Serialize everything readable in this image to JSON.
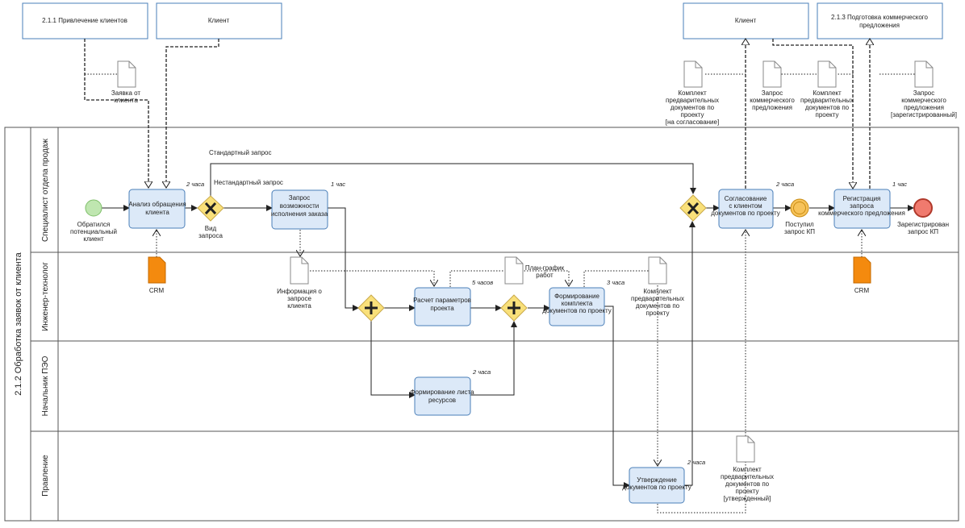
{
  "pool": {
    "title": "2.1.2 Обработка заявок от клиента"
  },
  "lanes": [
    {
      "label": "Специалист отдела продаж"
    },
    {
      "label": "Инженер-технолог"
    },
    {
      "label": "Начальник ПЭО"
    },
    {
      "label": "Правление"
    }
  ],
  "externals": [
    {
      "label": "2.1.1 Привлечение клиентов"
    },
    {
      "label": "Клиент"
    },
    {
      "label": "Клиент"
    },
    {
      "label": "2.1.3 Подготовка коммерческого предложения"
    }
  ],
  "tasks": [
    {
      "label": "Анализ обращения клиента",
      "duration": "2 часа"
    },
    {
      "label": "Запрос возможности исполнения заказа",
      "duration": "1 час"
    },
    {
      "label": "Расчет параметров проекта",
      "duration": "5 часов"
    },
    {
      "label": "Формирование листа ресурсов",
      "duration": "2 часа"
    },
    {
      "label": "Формирование комплекта документов по проекту",
      "duration": "3 часа"
    },
    {
      "label": "Утверждение документов по проекту",
      "duration": "2 часа"
    },
    {
      "label": "Согласование с клиентом документов по проекту",
      "duration": "2 часа"
    },
    {
      "label": "Регистрация запроса коммерческого предложения",
      "duration": "1 час"
    }
  ],
  "events": [
    {
      "label": "Обратился потенциальный клиент",
      "type": "start"
    },
    {
      "label": "Поступил запрос КП",
      "type": "intermediate"
    },
    {
      "label": "Зарегистрирован запрос КП",
      "type": "end"
    }
  ],
  "gateways": [
    {
      "label": "Вид запроса",
      "type": "exclusive"
    },
    {
      "label": "",
      "type": "parallel"
    },
    {
      "label": "",
      "type": "parallel"
    },
    {
      "label": "",
      "type": "exclusive"
    }
  ],
  "documents": [
    {
      "label": "Заявка от клиента"
    },
    {
      "label": "Информация о запросе клиента"
    },
    {
      "label": "План-график работ"
    },
    {
      "label": "Комплект предварительных документов по проекту"
    },
    {
      "label": "Комплект предварительных документов по проекту [утвержденный]"
    },
    {
      "label": "Комплект предварительных документов по проекту [на согласование]"
    },
    {
      "label": "Запрос коммерческого предложения"
    },
    {
      "label": "Комплект предварительных документов по проекту"
    },
    {
      "label": "Запрос коммерческого предложения [зарегистрированный]"
    }
  ],
  "stores": [
    {
      "label": "CRM"
    },
    {
      "label": "CRM"
    }
  ],
  "flow_labels": {
    "standard": "Стандартный запрос",
    "nonstandard": "Нестандартный запрос"
  },
  "colors": {
    "task_fill": "#dce9f8",
    "task_stroke": "#4a7fb8",
    "gateway_fill": "#f9e07a",
    "start_fill": "#bfe6b0",
    "intermediate_fill": "#f7c35a",
    "end_fill": "#f07a6e",
    "store_fill": "#f48a0e"
  }
}
